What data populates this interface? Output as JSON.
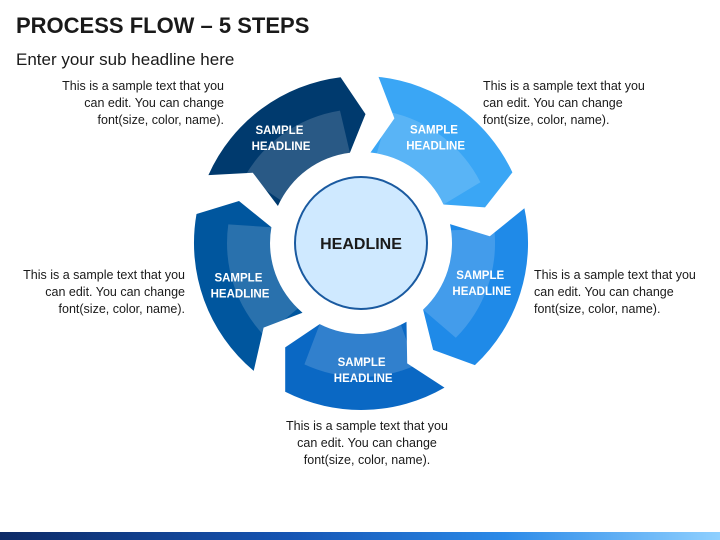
{
  "title": "PROCESS FLOW – 5 STEPS",
  "subtitle": "Enter your sub headline here",
  "center": {
    "label": "HEADLINE",
    "fill": "#cfe9ff",
    "stroke": "#1a5aa0"
  },
  "steps": [
    {
      "headline": [
        "SAMPLE",
        "HEADLINE"
      ],
      "text": [
        "This is a sample text that you",
        "can edit. You can change",
        "font(size, color, name)."
      ],
      "color": "#003a6e"
    },
    {
      "headline": [
        "SAMPLE",
        "HEADLINE"
      ],
      "text": [
        "This is a sample text that you",
        "can edit. You can change",
        "font(size, color, name)."
      ],
      "color": "#3aa6f5"
    },
    {
      "headline": [
        "SAMPLE",
        "HEADLINE"
      ],
      "text": [
        "This is a sample text that you",
        "can edit. You can change",
        "font(size, color, name)."
      ],
      "color": "#1f8ae8"
    },
    {
      "headline": [
        "SAMPLE",
        "HEADLINE"
      ],
      "text": [
        "This is a sample text that you",
        "can edit. You can change",
        "font(size, color, name)."
      ],
      "color": "#0a68c4"
    },
    {
      "headline": [
        "SAMPLE",
        "HEADLINE"
      ],
      "text": [
        "This is a sample text that you",
        "can edit. You can change",
        "font(size, color, name)."
      ],
      "color": "#00569e"
    }
  ]
}
